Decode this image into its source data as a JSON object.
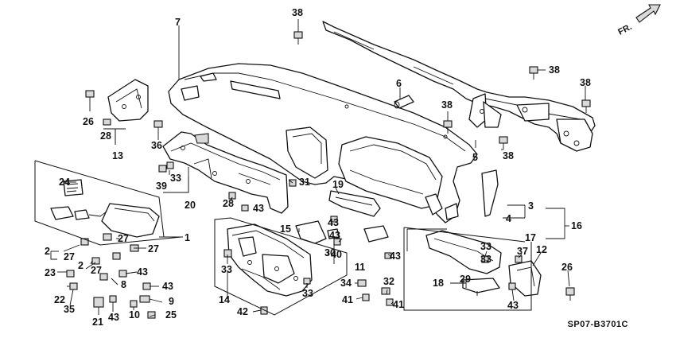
{
  "diagram_code": "SP07-B3701C",
  "direction_label": "FR.",
  "callouts": [
    "1",
    "2",
    "2",
    "3",
    "4",
    "5",
    "6",
    "7",
    "8",
    "9",
    "10",
    "11",
    "12",
    "13",
    "14",
    "15",
    "16",
    "17",
    "18",
    "19",
    "20",
    "21",
    "22",
    "23",
    "24",
    "25",
    "26",
    "26",
    "27",
    "27",
    "27",
    "28",
    "28",
    "29",
    "30",
    "31",
    "32",
    "33",
    "33",
    "33",
    "33",
    "33",
    "34",
    "35",
    "36",
    "37",
    "38",
    "38",
    "38",
    "38",
    "38",
    "39",
    "40",
    "41",
    "41",
    "42",
    "43",
    "43",
    "43",
    "43",
    "43",
    "43",
    "43"
  ]
}
